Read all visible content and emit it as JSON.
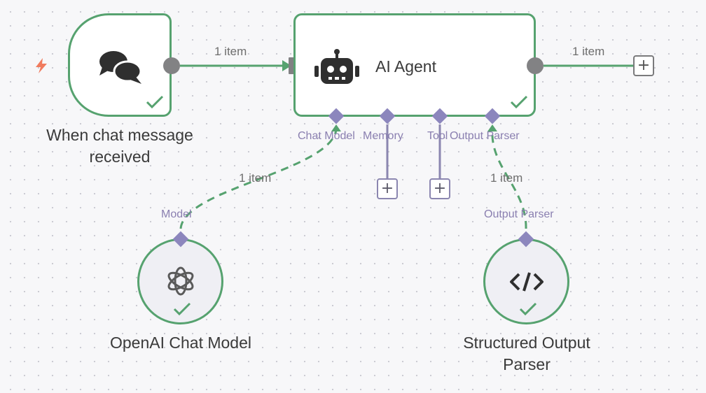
{
  "nodes": {
    "trigger": {
      "title_line1": "When chat message",
      "title_line2": "received",
      "icon": "chat-bubbles-icon"
    },
    "agent": {
      "title": "AI Agent",
      "icon": "robot-icon"
    },
    "openai": {
      "title": "OpenAI Chat Model",
      "icon": "openai-logo-icon"
    },
    "parser": {
      "title_line1": "Structured Output",
      "title_line2": "Parser",
      "icon": "code-brackets-icon"
    }
  },
  "edges": {
    "trigger_to_agent": "1 item",
    "agent_output": "1 item",
    "model_to_agent": "1 item",
    "parser_to_agent": "1 item"
  },
  "agent_ports": {
    "chat_model": "Chat Model",
    "memory": "Memory",
    "tool": "Tool",
    "output_parser": "Output Parser"
  },
  "openai_port": "Model",
  "parser_port": "Output Parser",
  "plus_symbol": "+",
  "colors": {
    "success": "#56a26f",
    "port": "#8c86bd",
    "label": "#8a7fb0",
    "trigger": "#f07b5e"
  }
}
